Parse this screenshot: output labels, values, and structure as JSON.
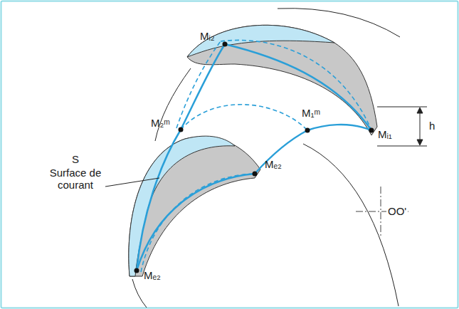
{
  "diagram": {
    "labels": [
      "Mᵢ₂",
      "M₂ᵐ",
      "M₁ᵐ",
      "Mᵢ₁",
      "h",
      "Mₑ₂",
      "S",
      "Surface de courant",
      "Mₑ₂",
      "OO'"
    ]
  }
}
